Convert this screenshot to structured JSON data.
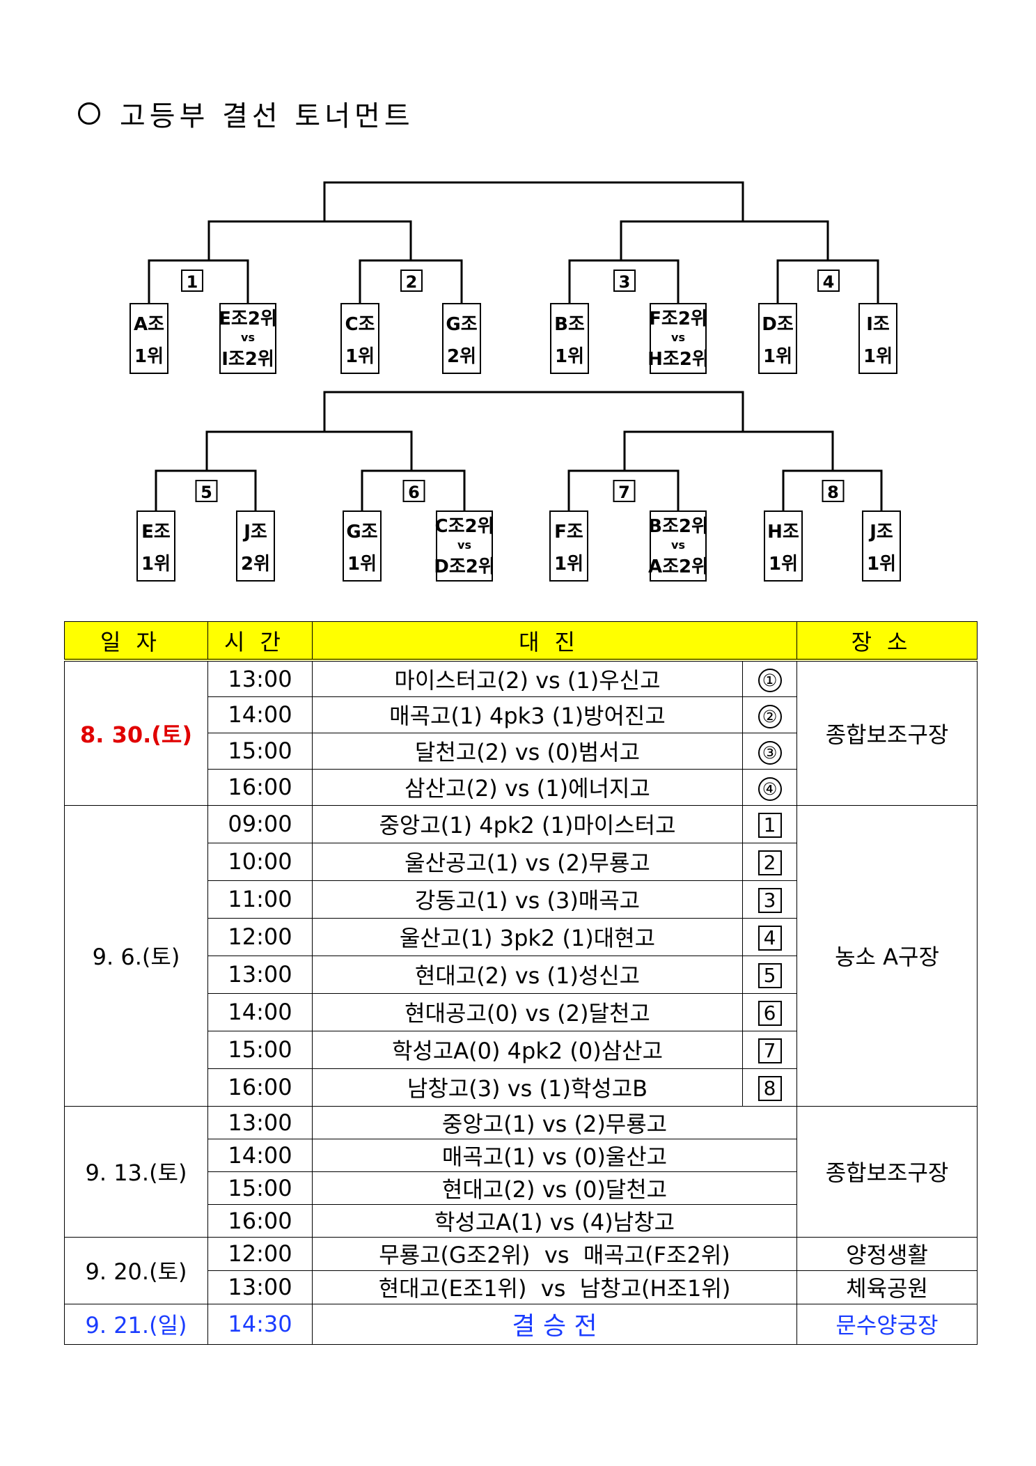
{
  "title": "고등부 결선 토너먼트",
  "bracket": {
    "top": {
      "match_numbers": [
        "1",
        "2",
        "3",
        "4"
      ],
      "slots": [
        {
          "line1": "A조",
          "line2": "1위"
        },
        {
          "line1": "E조2위",
          "vs": "vs",
          "line2": "I조2위"
        },
        {
          "line1": "C조",
          "line2": "1위"
        },
        {
          "line1": "G조",
          "line2": "2위"
        },
        {
          "line1": "B조",
          "line2": "1위"
        },
        {
          "line1": "F조2위",
          "vs": "vs",
          "line2": "H조2위"
        },
        {
          "line1": "D조",
          "line2": "1위"
        },
        {
          "line1": "I조",
          "line2": "1위"
        }
      ]
    },
    "bottom": {
      "match_numbers": [
        "5",
        "6",
        "7",
        "8"
      ],
      "slots": [
        {
          "line1": "E조",
          "line2": "1위"
        },
        {
          "line1": "J조",
          "line2": "2위"
        },
        {
          "line1": "G조",
          "line2": "1위"
        },
        {
          "line1": "C조2위",
          "vs": "vs",
          "line2": "D조2위"
        },
        {
          "line1": "F조",
          "line2": "1위"
        },
        {
          "line1": "B조2위",
          "vs": "vs",
          "line2": "A조2위"
        },
        {
          "line1": "H조",
          "line2": "1위"
        },
        {
          "line1": "J조",
          "line2": "1위"
        }
      ]
    }
  },
  "schedule": {
    "headers": {
      "date": "일자",
      "time": "시간",
      "match": "대진",
      "venue": "장소"
    },
    "groups": [
      {
        "date": "8. 30.(토)",
        "venue": "종합보조구장",
        "rows": [
          {
            "time": "13:00",
            "match": "마이스터고(2) vs (1)우신고",
            "no": "①"
          },
          {
            "time": "14:00",
            "match": "매곡고(1) 4pk3 (1)방어진고",
            "no": "②"
          },
          {
            "time": "15:00",
            "match": "달천고(2) vs (0)범서고",
            "no": "③"
          },
          {
            "time": "16:00",
            "match": "삼산고(2) vs (1)에너지고",
            "no": "④"
          }
        ]
      },
      {
        "date": "9. 6.(토)",
        "venue": "농소 A구장",
        "rows": [
          {
            "time": "09:00",
            "match": "중앙고(1) 4pk2 (1)마이스터고",
            "no": "1"
          },
          {
            "time": "10:00",
            "match": "울산공고(1) vs (2)무룡고",
            "no": "2"
          },
          {
            "time": "11:00",
            "match": "강동고(1) vs (3)매곡고",
            "no": "3"
          },
          {
            "time": "12:00",
            "match": "울산고(1) 3pk2 (1)대현고",
            "no": "4"
          },
          {
            "time": "13:00",
            "match": "현대고(2) vs (1)성신고",
            "no": "5"
          },
          {
            "time": "14:00",
            "match": "현대공고(0) vs (2)달천고",
            "no": "6"
          },
          {
            "time": "15:00",
            "match": "학성고A(0) 4pk2 (0)삼산고",
            "no": "7"
          },
          {
            "time": "16:00",
            "match": "남창고(3) vs (1)학성고B",
            "no": "8"
          }
        ]
      },
      {
        "date": "9. 13.(토)",
        "venue": "종합보조구장",
        "rows": [
          {
            "time": "13:00",
            "match": "중앙고(1) vs (2)무룡고"
          },
          {
            "time": "14:00",
            "match": "매곡고(1) vs (0)울산고"
          },
          {
            "time": "15:00",
            "match": "현대고(2) vs (0)달천고"
          },
          {
            "time": "16:00",
            "match": "학성고A(1) vs (4)남창고"
          }
        ]
      },
      {
        "date": "9. 20.(토)",
        "venue_line1": "양정생활",
        "venue_line2": "체육공원",
        "rows": [
          {
            "time": "12:00",
            "match": "무룡고(G조2위)  vs  매곡고(F조2위)"
          },
          {
            "time": "13:00",
            "match": "현대고(E조1위)  vs  남창고(H조1위)"
          }
        ]
      },
      {
        "date": "9. 21.(일)",
        "venue": "문수양궁장",
        "rows": [
          {
            "time": "14:30",
            "match": "결 승 전"
          }
        ]
      }
    ]
  }
}
